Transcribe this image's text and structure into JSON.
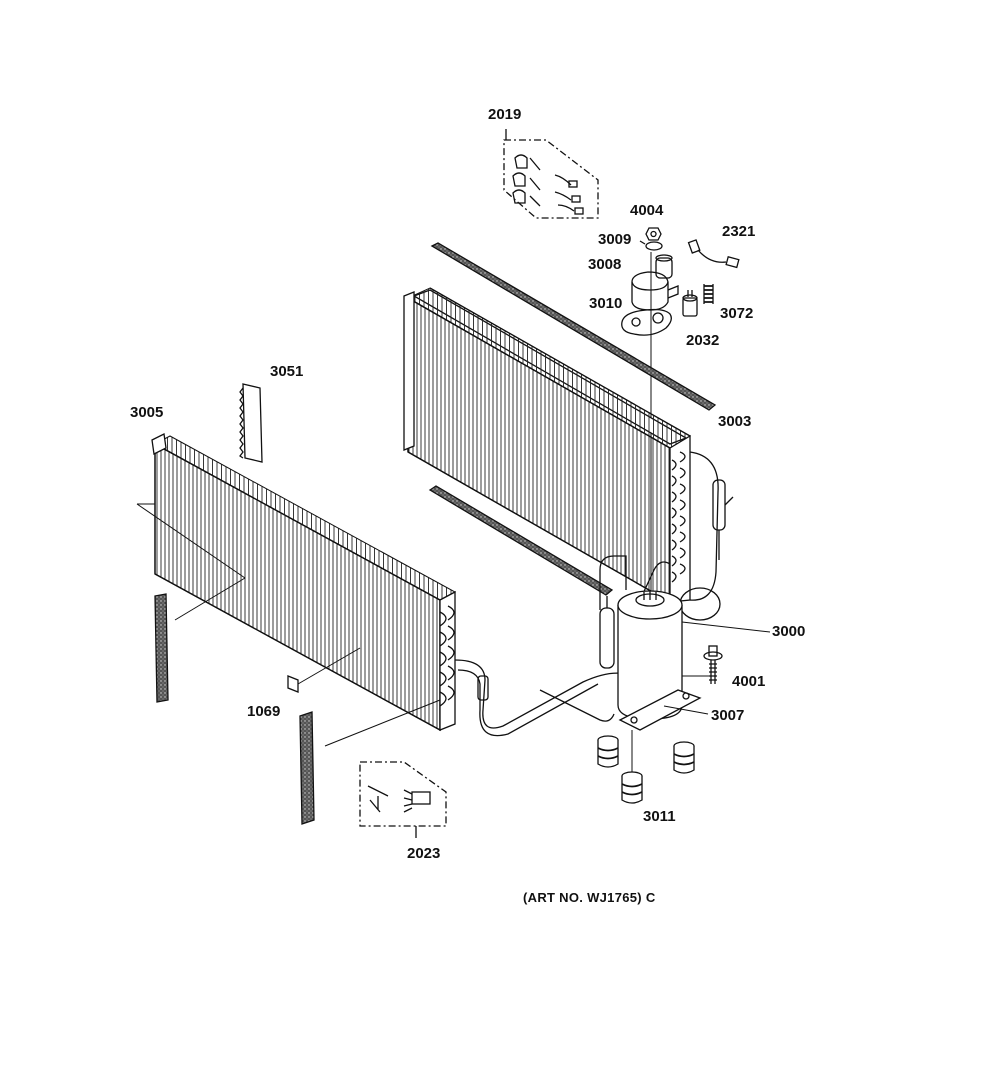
{
  "diagram": {
    "caption": "(ART NO. WJ1765) C",
    "parts": {
      "p2019": "2019",
      "p4004": "4004",
      "p3009": "3009",
      "p2321": "2321",
      "p3008": "3008",
      "p3010": "3010",
      "p3072": "3072",
      "p2032": "2032",
      "p3051": "3051",
      "p3005": "3005",
      "p3003": "3003",
      "p3000": "3000",
      "p4001": "4001",
      "p3007": "3007",
      "p1069": "1069",
      "p3011": "3011",
      "p2023": "2023"
    }
  }
}
